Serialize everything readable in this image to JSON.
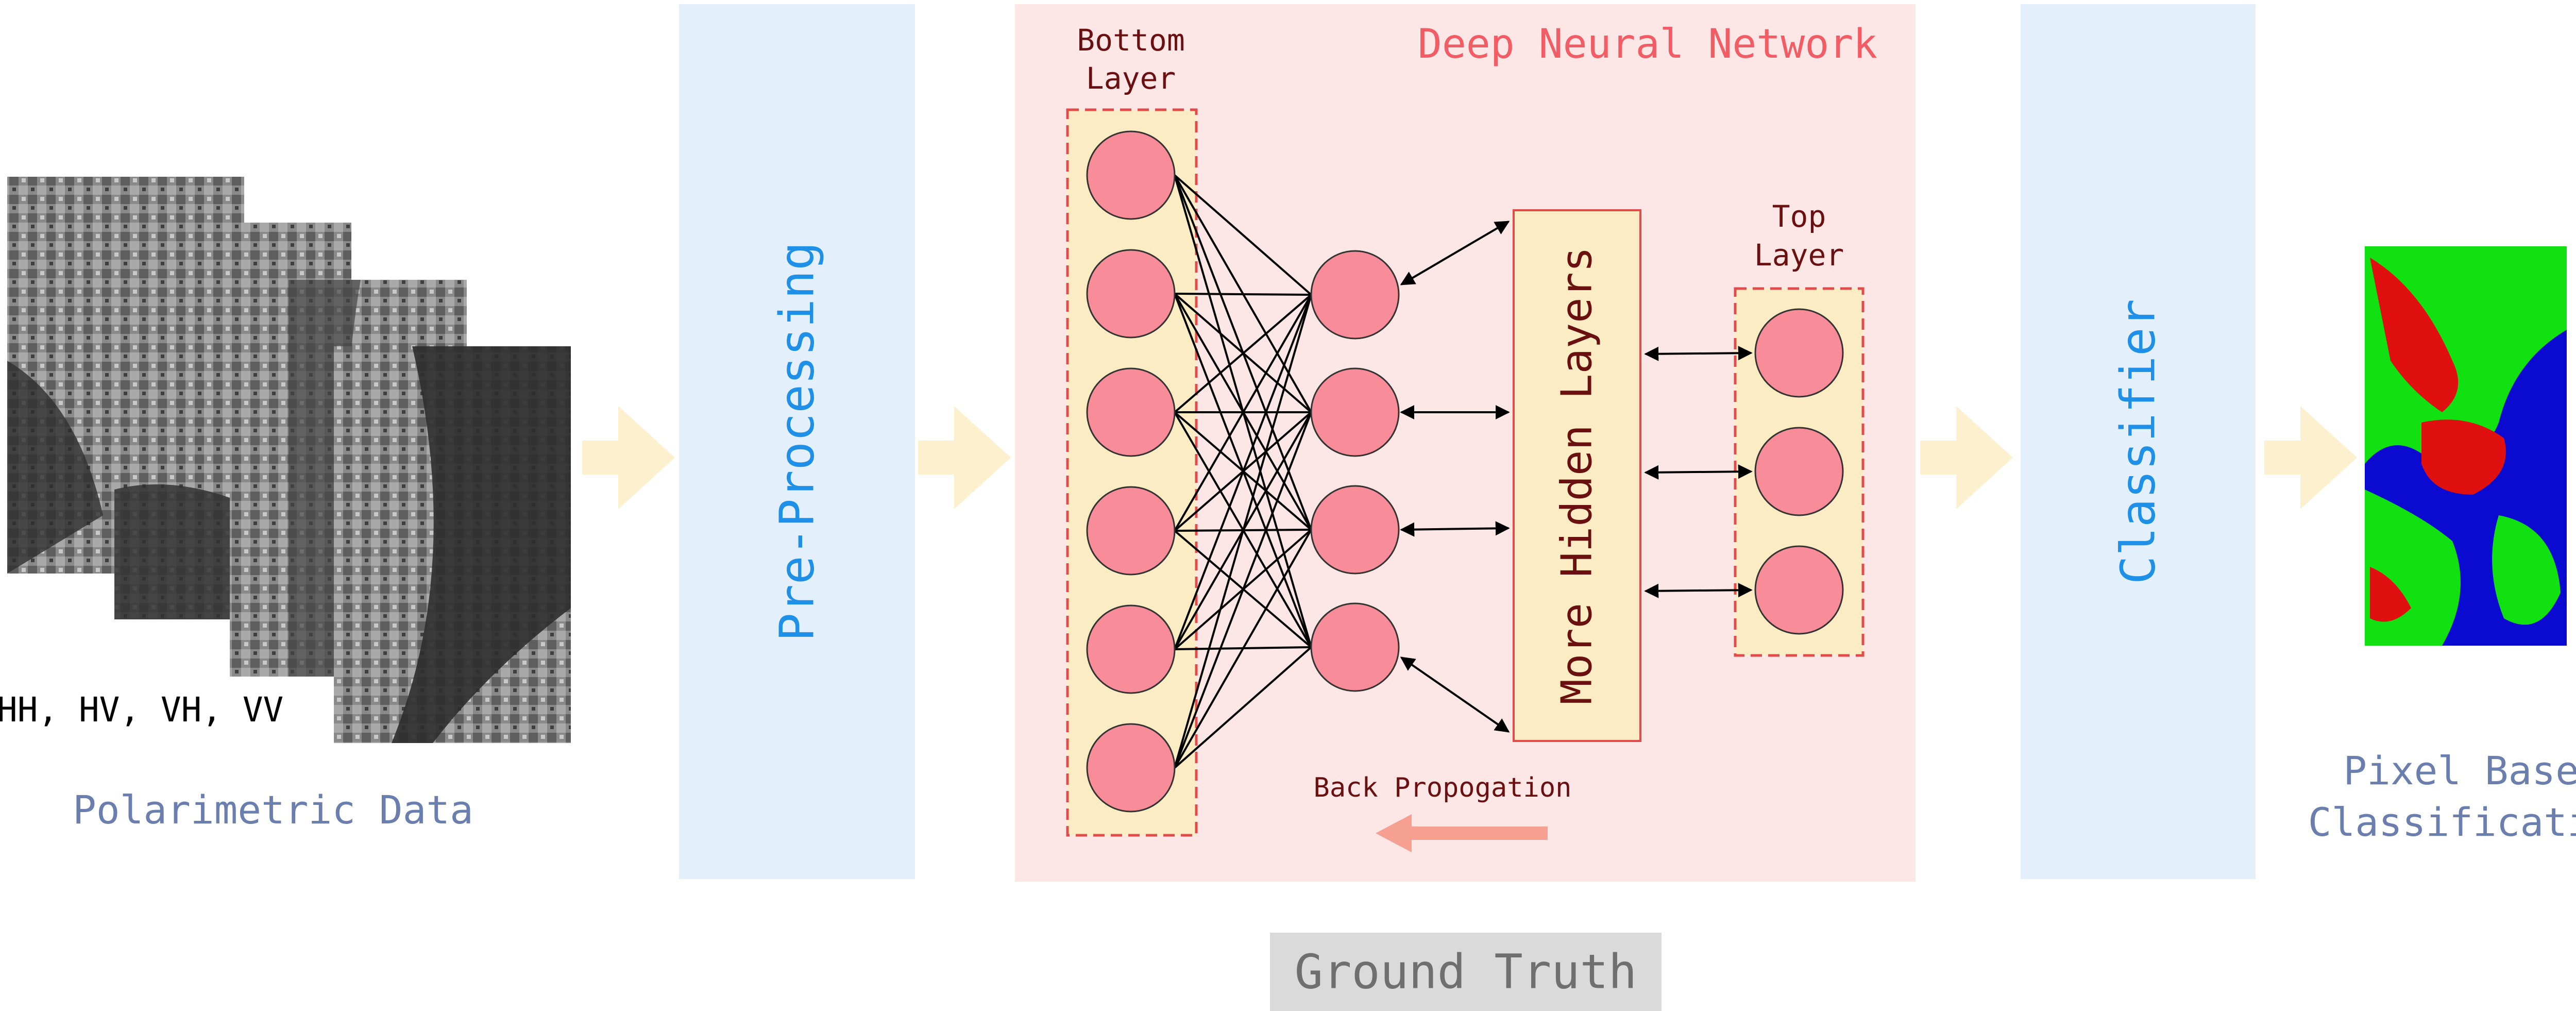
{
  "input": {
    "caption": "Polarimetric Data",
    "channels": "HH, HV, VH, VV"
  },
  "stages": {
    "preprocessing": "Pre-Processing",
    "classifier": "Classifier"
  },
  "dnn": {
    "title": "Deep Neural Network",
    "bottom_layer_line1": "Bottom",
    "bottom_layer_line2": "Layer",
    "top_layer_line1": "Top",
    "top_layer_line2": "Layer",
    "hidden_layers": "More Hidden Layers",
    "backprop": "Back Propogation",
    "bottom_nodes": 6,
    "hidden_nodes": 4,
    "top_nodes": 3
  },
  "output": {
    "caption_line1": "Pixel Based",
    "caption_line2": "Classification"
  },
  "ground_truth": "Ground Truth",
  "colors": {
    "stage_fill": "#e3effb",
    "stage_text": "#1e90e8",
    "dnn_fill": "#fde6e6",
    "dnn_title": "#f25c64",
    "layer_fill": "#fbecc3",
    "layer_border": "#e34a4a",
    "node_fill": "#f88d99",
    "dark_text": "#6b1010",
    "flow_arrow": "#fdf0cf",
    "caption": "#6b7fae",
    "backprop_arrow": "#f5a090",
    "ground_truth_fill": "#dadada",
    "ground_truth_text": "#6f6f6f",
    "map_water": "#0a0ad0",
    "map_land": "#11e011",
    "map_urban": "#e01010"
  }
}
